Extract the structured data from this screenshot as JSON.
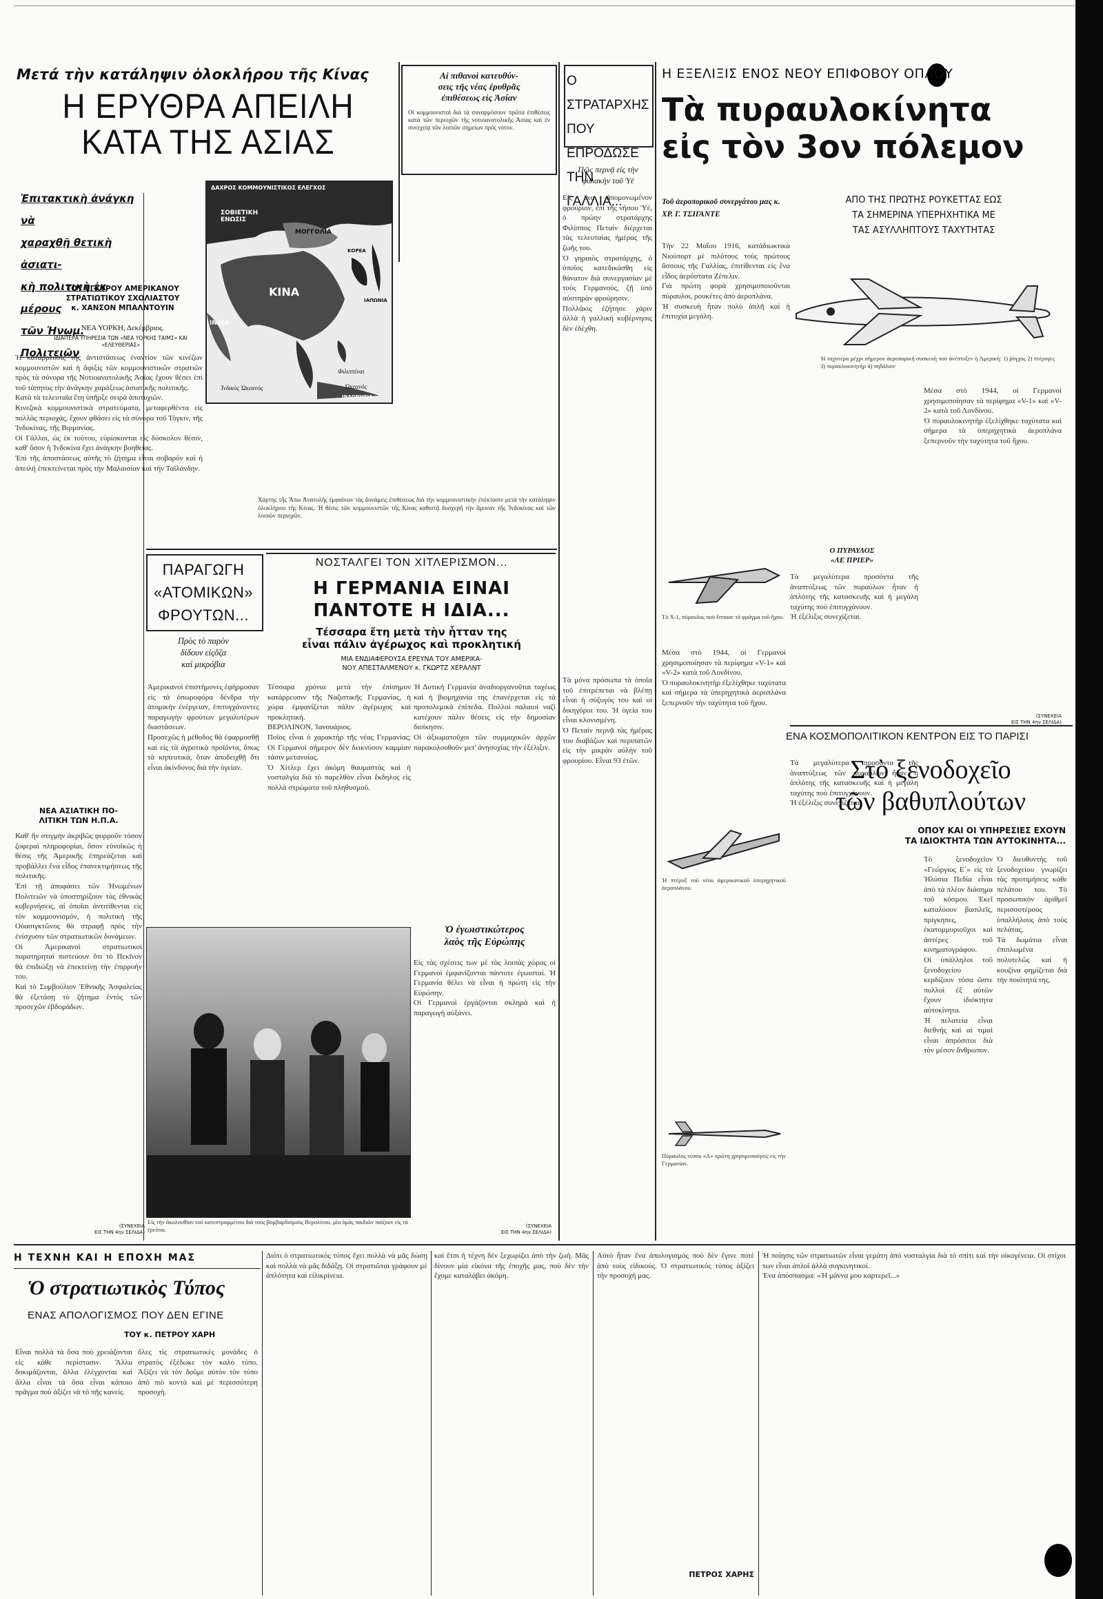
{
  "col1": {
    "kicker": "Μετά τὴν κατάληψιν ὁλοκλήρου τῆς Κίνας",
    "headline": "Η ΕΡΥΘΡΑ ΑΠΕΙΛΗ\nΚΑΤΑ ΤΗΣ ΑΣΙΑΣ",
    "deck": "Ἐπιτακτικὴ ἀνάγκη νὰ\nχαραχθῇ θετικὴ ἀσιατι-\nκὴ πολιτικὴ ἐκ μέρους\nτῶν Ἡνωμ. Πολιτειῶν",
    "byline": "ΤΟΥ ΕΓΚΥΡΟΥ ΑΜΕΡΙΚΑΝΟΥ\nΣΤΡΑΤΙΩΤΙΚΟΥ ΣΧΟΛΙΑΣΤΟΥ\nκ. ΧΑΝΣΟΝ ΜΠΑΛΝΤΟΥΙΝ",
    "dateline": "ΝΕΑ ΥΟΡΚΗ, Δεκέμβριος.",
    "service": "ΙΔΙΑΙΤΕΡΑ ΥΠΗΡΕΣΙΑ ΤΩΝ «ΝΕΑ ΥΟΡΚΗΣ ΤΑΙΜΣ» ΚΑΙ «ΕΛΕΥΘΕΡΙΑΣ»",
    "body": "Ἡ κατάρρευσις τῆς ἀντιστάσεως ἐναντίον τῶν κινέζων κομμουνιστῶν καὶ ἡ ἄφιξις τῶν κομμουνιστικῶν στρατιῶν πρὸς τὰ σύνορα τῆς Νοτιοανατολικῆς Ἀσίας ἔχουν θέσει ἐπὶ τοῦ τάπητος τὴν ἀνάγκην χαράξεως ἀσιατικῆς πολιτικῆς.\nΚατὰ τὰ τελευταῖα ἔτη ὑπῆρξε σειρὰ ἀποτυχιῶν.\nΚινεζικὰ κομμουνιστικὰ στρατεύματα, μεταφερθέντα εἰς πολλὰς περιοχάς, ἔχουν φθάσει εἰς τὰ σύνορα τοῦ Τόγκιν, τῆς Ἰνδοκίνας, τῆς Βιρμανίας.\nΟἱ Γάλλοι, ὡς ἐκ τούτου, εὑρίσκονται εἰς δύσκολον θέσιν, καθ' ὅσον ἡ Ἰνδοκίνα ἔχει ἀνάγκην βοηθείας.\nἘπὶ τῆς ἀποστάσεως αὐτῆς τὸ ζήτημα εἶναι σοβαρόν καὶ ἡ ἀπειλή ἐπεκτείνεται πρὸς τὴν Μαλαισίαν καὶ τὴν Ταϊλάνδην.",
    "section": "ΝΕΑ ΑΣΙΑΤΙΚΗ ΠΟ-\nΛΙΤΙΚΗ ΤΩΝ Η.Π.Α.",
    "body2": "Καθ' ἣν στιγμὴν ἀκριβῶς φυρροῦν τόσον ζοφεραὶ πληροφορίαι, ὅσον εὐνοϊκῶς ἡ θέσις τῆς Ἀμερικῆς ἐπηρεάζεται καὶ προβάλλει ἕνα εἶδος ἐπανεκτιμήσεως τῆς πολιτικῆς.\nἘπὶ τῇ ἀποφάσει τῶν Ἡνωμένων Πολιτειῶν νὰ ὑποστηρίξουν τὰς ἐθνικὰς κυβερνήσεις, αἱ ὁποῖαι ἀντιτίθενται εἰς τὸν κομμουνισμόν, ἡ πολιτικὴ τῆς Οὐασιγκτῶνος θὰ στραφῇ πρὸς τὴν ἐνίσχυσιν τῶν στρατιωτικῶν δυνάμεων.\nΟἱ Ἀμερικανοὶ στρατιωτικοὶ παρατηρηταὶ πιστεύουν ὅτι τὸ Πεκῖνον θὰ ἐπιδιώξῃ νὰ ἐπεκτείνῃ τὴν ἐπιρροήν του.\nΚαὶ τὸ Συμβούλιον Ἐθνικῆς Ἀσφαλείας θὰ ἐξετάσῃ τὸ ζήτημα ἐντὸς τῶν προσεχῶν ἑβδομάδων.",
    "continued": "(ΣΥΝΕΧΕΙΑ\nΕΙΣ ΤΗΝ 4ην ΣΕΛΙΔΑ)"
  },
  "map": {
    "caption_title": "ΔΑΧΡΟΣ ΚΟΜΜΟΥΝΙΣΤΙΚΟΣ ΕΛΕΓΧΟΣ",
    "labels": [
      "ΣΟΒΙΕΤΙΚΗ ΕΝΩΣΙΣ",
      "ΜΟΓΓΟΛΙΑ",
      "ΚΙΝΑ",
      "ΚΟΡΕΑ",
      "ΙΑΠΩΝΙΑ",
      "Φιλιππίναι",
      "Ὠκεανός",
      "Ἰνδικὸς Ὠκεανός",
      "ΙΝΔΟΝΗΣΙΑ",
      "ΙΝΔΙΑ"
    ]
  },
  "col_mid_top": {
    "title": "Αἱ πιθανοὶ κατευθύν-\nσεις τῆς νέας ἐρυθρᾶς\nἐπιθέσεως εἰς Ἀσίαν",
    "text": "Οἱ κομμουνισταὶ διὰ τὰ συναρμόσουν πρῶτα ἐπιθέσεις κατὰ τῶν περιοχῶν τῆς νοτιοανατολικῆς Ἀσίας καὶ ἐν συνεχείᾳ τῶν λοιπῶν σημείων πρὸς νότον."
  },
  "map_caption": "Χάρτης τῆς Ἄπω Ἀνατολῆς ἐμφαίνων τὰς δυνάμεις ἐπιθέσεως διὰ τὴν κομμουνιστικὴν ἐπέκτασιν μετὰ τὴν κατάληψιν ὁλοκλήρου τῆς Κίνας. Ἡ θέσις τῶν κομμουνιστῶν τῆς Κίνας καθιστᾷ δυσχερῆ τὴν ἄμυναν τῆς Ἰνδοκίνας καὶ τῶν λοιπῶν περιοχῶν.",
  "fruits": {
    "headline": "ΠΑΡΑΓΩΓΗ\n«ΑΤΟΜΙΚΩΝ»\nΦΡΟΥΤΩΝ...",
    "deck": "Πρὸς τὸ παρὸν\nδίδουν εἰςὄζα\nκαὶ μικρόβια",
    "body": "Ἀμερικανοὶ ἐπιστήμονες ἐφήρμοσαν εἰς τὰ ὀπωροφόρα δένδρα τὴν ἀτομικὴν ἐνέργειαν, ἐπιτυγχάνοντες παραγωγὴν φρούτων μεγαλυτέρων διαστάσεων.\nΠροσεχῶς ἡ μέθοδος θὰ ἐφαρμοσθῇ καὶ εἰς τὰ ἀγροτικὰ προϊόντα, ὅπως τὰ κηπευτικά, ὅταν ἀποδειχθῇ ὅτι εἶναι ἀκίνδυνος διὰ τὴν ὑγείαν."
  },
  "photo_caption": "Εἰς τὴν ἀκολουθίαν τοῦ κατεστραμμένου διὰ τοὺς βομβαρδισμοὺς Βερολίνου, μία ὁμὰς παιδιῶν παίζουν εἰς τὰ ἐρείπια.",
  "photo_continued": "(ΣΥΝΕΧΕΙΑ\nΕΙΣ ΤΗΝ 4ην ΣΕΛΙΔΑ)",
  "germany": {
    "kicker": "ΝΟΣΤΑΛΓΕΙ ΤΟΝ ΧΙΤΛΕΡΙΣΜΟΝ...",
    "headline": "Η ΓΕΡΜΑΝΙΑ ΕΙΝΑΙ\nΠΑΝΤΟΤΕ Η ΙΔΙΑ...",
    "deck": "Τέσσαρα ἔτη μετὰ τὴν ἧτταν της\nεἶναι πάλιν ἀγέρωχος καὶ προκλητική",
    "subdeck": "ΜΙΑ ΕΝΔΙΑΦΕΡΟΥΣΑ ΕΡΕΥΝΑ ΤΟΥ ΑΜΕΡΙΚΑ-\nΝΟΥ ΑΠΕΣΤΑΛΜΕΝΟΥ κ. ΓΚΩΡΤΖ ΧΕΡΑΛΝΤ",
    "body": "Τέσσαρα χρόνια μετὰ τὴν ἐπίσημον κατάρρευσιν τῆς Ναζιστικῆς Γερμανίας, ἡ χώρα ἐμφανίζεται πάλιν ἀγέρωχος καὶ προκλητική.\nΒΕΡΟΛΙΝΟΝ, Ἰανουάριος.\nΠοῖος εἶναι ὁ χαρακτὴρ τῆς νέας Γερμανίας; Οἱ Γερμανοὶ σήμερον δὲν δεικνύουν καμμίαν τάσιν μετανοίας.\nὉ Χίτλερ ἔχει ἀκόμη θαυμαστὰς καὶ ἡ νοσταλγία διὰ τὸ παρελθὸν εἶναι ἔκδηλος εἰς πολλὰ στρώματα τοῦ πληθυσμοῦ.",
    "body2": "Ἡ Δυτικὴ Γερμανία ἀναδιοργανοῦται ταχέως καὶ ἡ βιομηχανία της ἐπανέρχεται εἰς τὰ προπολεμικὰ ἐπίπεδα. Πολλοὶ παλαιοὶ ναζὶ κατέχουν πάλιν θέσεις εἰς τὴν δημοσίαν διοίκησιν.\nΟἱ ἀξιωματοῦχοι τῶν συμμαχικῶν ἀρχῶν παρακολουθοῦν μετ' ἀνησυχίας τὴν ἐξέλιξιν.",
    "section": "Ὁ ἐγωιστικώτερος\nλαὸς τῆς Εὐρώπης",
    "body3": "Εἰς τὰς σχέσεις των μὲ τὰς λοιπὰς χώρας οἱ Γερμανοὶ ἐμφανίζονται πάντοτε ἐγωισταί. Ἡ Γερμανία θέλει νὰ εἶναι ἡ πρώτη εἰς τὴν Εὐρώπην.\nΟἱ Γερμανοὶ ἐργάζονται σκληρὰ καὶ ἡ παραγωγὴ αὐξάνει.",
    "continued": "(ΣΥΝΕΧΕΙΑ\nΕΙΣ ΤΗΝ 4ην ΣΕΛΙΔΑ)"
  },
  "france": {
    "headline": "Ο ΣΤΡΑΤΑΡΧΗΣ\nΠΟΥ ΕΠΡΟΔΩΣΕ\nΤΗΝ ΓΑΛΛΙΑ...",
    "deck": "Πῶς περνᾷ εἰς τὴν\nφυλακὴν τοῦ Ὑέ",
    "body": "Εἰς ἕνα ἀπομονωμένον φρούριον, ἐπὶ τῆς νήσου Ὑέ, ὁ πρώην στρατάρχης Φιλίππος Πεταίν διέρχεται τὰς τελευταίας ἡμέρας τῆς ζωῆς του.\nὉ γηραιὸς στρατάρχης, ὁ ὁποῖος κατεδικάσθη εἰς θάνατον διὰ συνεργασίαν μὲ τοὺς Γερμανούς, ζῇ ὑπὸ αὐστηρὰν φρούρησιν.\nΠολλάκις ἐζήτησε χάριν ἀλλὰ ἡ γαλλικὴ κυβέρνησις δὲν ἐδέχθη.",
    "body2": "Τὰ μόνα πρόσωπα τὰ ὁποῖα τοῦ ἐπιτρέπεται νὰ βλέπῃ εἶναι ἡ σύζυγός του καὶ οἱ δικηγόροι του. Ἡ ὑγεία του εἶναι κλονισμένη.\nὉ Πεταίν περνᾷ τὰς ἡμέρας του διαβάζων καὶ περιπατῶν εἰς τὴν μικρὰν αὐλὴν τοῦ φρουρίου. Εἶναι 93 ἐτῶν.",
    "section": "",
    "continued": ""
  },
  "missiles": {
    "kicker": "Η ΕΞΕΛΙΞΙΣ ΕΝΟΣ ΝΕΟΥ ΕΠΙΦΟΒΟΥ ΟΠΛΟΥ",
    "headline": "Τὰ πυραυλοκίνητα\nεἰς τὸν 3ον πόλεμον",
    "deck": "ΑΠΟ ΤΗΣ ΠΡΩΤΗΣ ΡΟΥΚΕΤΤΑΣ ΕΩΣ\nΤΑ ΣΗΜΕΡΙΝΑ ΥΠΕΡΗΧΗΤΙΚΑ ΜΕ\nΤΑΣ ΑΣΥΛΛΗΠΤΟΥΣ ΤΑΧΥΤΗΤΑΣ",
    "intro": "Τοῦ ἀεροπορικοῦ συνεργάτου μας κ.\nΧΡ. Γ. ΤΣΙΓΑΝΤΕ",
    "plane_caption": "Ἡ ταχυτέρα μέχρι σήμερον ἀεροπορικὴ συσκευὴ ποὺ ἀνέπτυξεν ἡ Ἀμερική: 1) ῥύγχος 2) πτέρυγες 3) πυραυλοκινητήρ 4) πηδάλιον",
    "body": "Τὴν 22 Μαΐου 1916, κατάδιωκτικὰ Νιούπορτ μὲ πιλότους τοὺς πρώτους ἄσσους τῆς Γαλλίας, ἐπιτίθενται εἰς ἕνα εἶδος ἀερόστατα Ζέπελιν.\nΓιὰ πρώτη φορὰ χρησιμοποιοῦνται πύραυλοι, ρουκέτες ἀπὸ ἀεροπλάνα.\nἩ συσκευὴ ἦταν πολὺ ἁπλῆ καὶ ἡ ἐπιτυχία μεγάλη.",
    "body2": "Μέσα στὸ 1944, οἱ Γερμανοὶ χρησιμοποίησαν τὰ περίφημα «V-1» καὶ «V-2» κατὰ τοῦ Λονδίνου.\nὉ πυραυλοκινητὴρ ἐξελίχθηκε ταχύτατα καὶ σήμερα τὰ ὑπερηχητικὰ ἀεροπλάνα ξεπερνοῦν τὴν ταχύτητα τοῦ ἤχου.",
    "fig1_caption": "Τὸ Χ-1, πύραυλος ποὺ ἔσπασε τὸ φράγμα τοῦ ἤχου.",
    "fig2_caption": "Ἡ πτέρυξ τοῦ νέου ἀμερικανικοῦ ὑπερηχητικοῦ ἀεροπλάνου.",
    "fig3_caption": "Πύραυλος τύπου «Λ» πρώτη χρησιμοποίησις εἰς τὴν Γερμανίαν.",
    "section": "Ο ΠΥΡΑΥΛΟΣ\n«ΛΕ ΠΡΙΕΡ»",
    "body3": "Τὰ μεγαλύτερα προσόντα τῆς ἀναπτύξεως τῶν πυραύλων ἦταν ἡ ἀπλότης τῆς κατασκευῆς καὶ ἡ μεγάλη ταχύτης ποὺ ἐπιτυγχάνουν.\nἩ ἐξέλιξις συνεχίζεται.",
    "continued": "(ΣΥΝΕΧΕΙΑ\nΕΙΣ ΤΗΝ 4ην ΣΕΛΙΔΑ)"
  },
  "hotel": {
    "kicker": "ΕΝΑ ΚΟΣΜΟΠΟΛΙΤΙΚΟΝ ΚΕΝΤΡΟΝ ΕΙΣ ΤΟ ΠΑΡΙΣΙ",
    "headline": "Στὸ ξενοδοχεῖο\nτῶν βαθυπλούτων",
    "deck": "ΟΠΟΥ ΚΑΙ ΟΙ ΥΠΗΡΕΣΙΕΣ ΕΧΟΥΝ\nΤΑ ΙΔΙΟΚΤΗΤΑ ΤΩΝ ΑΥΤΟΚΙΝΗΤΑ...",
    "body": "Τὸ ξενοδοχεῖον «Γεώργιος Ε΄» εἰς τὰ Ἠλύσια Πεδία εἶναι ἀπὸ τὰ πλέον διάσημα τοῦ κόσμου. Ἐκεῖ καταλύουν βασιλεῖς, πρίγκηπες, ἑκατομμυριοῦχοι καὶ ἀστέρες τοῦ κινηματογράφου.\nΟἱ ὑπάλληλοι τοῦ ξενοδοχείου κερδίζουν τόσα ὥστε πολλοὶ ἐξ αὐτῶν ἔχουν ἰδιόκτητα αὐτοκίνητα.\nἩ πελατεία εἶναι διεθνής καὶ αἱ τιμαὶ εἶναι ἀπρόσιτοι διὰ τὸν μέσον ἄνθρωπον.",
    "body2": "Ὁ διευθυντὴς τοῦ ξενοδοχείου γνωρίζει τὰς προτιμήσεις κάθε πελάτου του. Τὸ προσωπικὸν ἀριθμεῖ περισσοτέρους ὑπαλλήλους ἀπὸ τοὺς πελάτας.\nΤὰ δωμάτια εἶναι ἐπιπλωμένα πολυτελῶς καὶ ἡ κουζίνα φημίζεται διὰ τὴν ποιότητά της."
  },
  "army": {
    "kicker": "Η ΤΕΧΝΗ ΚΑΙ Η ΕΠΟΧΗ ΜΑΣ",
    "headline": "Ὁ στρατιωτικὸς Τύπος",
    "deck": "ΕΝΑΣ ΑΠΟΛΟΓΙΣΜΟΣ ΠΟΥ ΔΕΝ ΕΓΙΝΕ",
    "byline": "ΤΟΥ κ. ΠΕΤΡΟΥ ΧΑΡΗ",
    "body1": "Εἶναι πολλὰ τὰ ὅσα ποὺ χρειάζονται εἰς κάθε περίστασιν. Ἄλλα δοκιμάζονται, ἄλλα ἐλέγχονται καὶ ἄλλα εἶναι τὰ ὅσα εἶναι κάποιο πρᾶγμα ποὺ ἀξίζει νὰ τὸ πῇς κανείς.",
    "body2": "ὅλες τὶς στρατιωτικὲς μονάδες ὁ στρατὸς ἐξέδωκε τὸν καλὸ τύπο. Ἀξίζει νὰ τὸν δοῦμε αὐτὸν τὸν τύπο ἀπὸ πιὸ κοντὰ καὶ μὲ περισσότερη προσοχή.",
    "body3": "Διότι ὁ στρατιωτικὸς τύπος ἔχει πολλὰ νὰ μᾶς δώσῃ καὶ πολλὰ νὰ μᾶς διδάξῃ. Οἱ στρατιῶται γράφουν μὲ ἁπλότητα καὶ εἰλικρίνεια.",
    "body4": "καὶ ἔτσι ἡ τέχνη δὲν ξεχωρίζει ἀπὸ τὴν ζωή. Μᾶς δίνουν μία εἰκόνα τῆς ἐποχῆς μας, ποὺ δὲν τὴν ἔχομε καταλάβει ἀκόμη.",
    "body5": "Αὐτὸ ἦταν ἕνα ἀπολογισμός ποὺ δὲν ἔγινε ποτὲ ἀπὸ τοὺς εἰδικούς. Ὁ στρατιωτικὸς τύπος ἀξίζει τὴν προσοχή μας.",
    "signature": "ΠΕΤΡΟΣ ΧΑΡΗΣ",
    "body6": "Ἡ ποίησις τῶν στρατιωτῶν εἶναι γεμάτη ἀπὸ νοσταλγία διὰ τὸ σπίτι καὶ τὴν οἰκογένεια. Οἱ στίχοι των εἶναι ἁπλοῖ ἀλλὰ συγκινητικοί.\nἙνα ἀπόσπασμα: «Ἡ μάννα μου καρτερεῖ...»"
  }
}
